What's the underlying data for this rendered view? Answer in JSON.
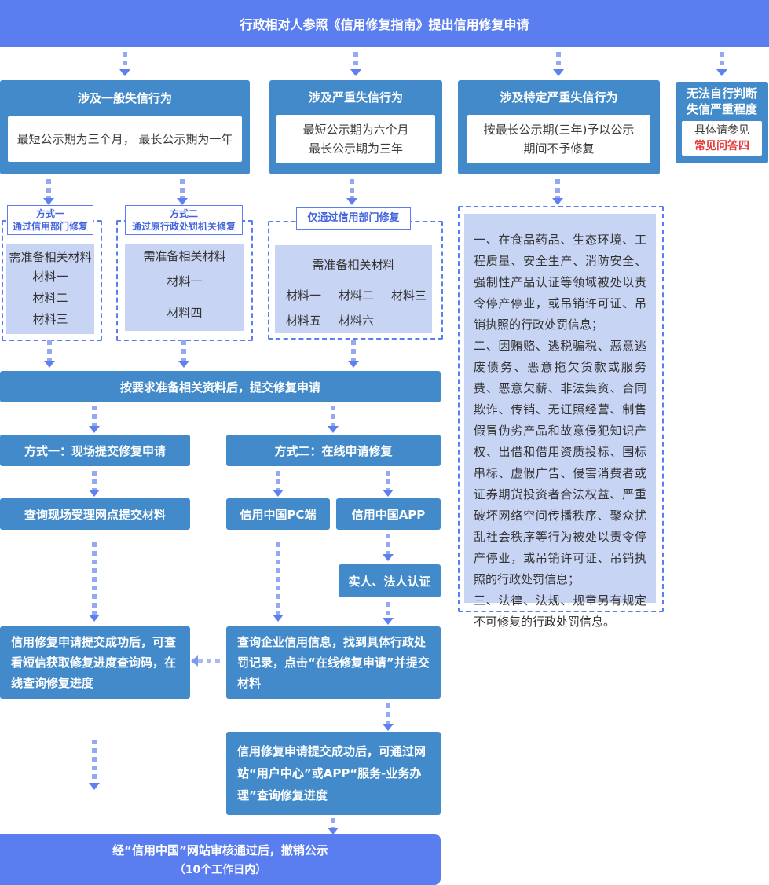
{
  "banner": {
    "text": "行政相对人参照《信用修复指南》提出信用修复申请"
  },
  "columns": [
    {
      "title": "涉及一般失信行为",
      "body_line1": "最短公示期为三个月， 最长公示期为一年",
      "body_line2": ""
    },
    {
      "title": "涉及严重失信行为",
      "body_line1": "最短公示期为六个月",
      "body_line2": "最长公示期为三年"
    },
    {
      "title": "涉及特定严重失信行为",
      "body_line1": "按最长公示期(三年)予以公示",
      "body_line2": "期间不予修复"
    },
    {
      "title_line1": "无法自行判断",
      "title_line2": "失信严重程度",
      "body_line1": "具体请参见",
      "link_text": "常见问答四"
    }
  ],
  "methods": [
    {
      "label_line1": "方式一",
      "label_line2": "通过信用部门修复",
      "materials_title": "需准备相关材料",
      "materials": [
        "材料一",
        "材料二",
        "材料三"
      ]
    },
    {
      "label_line1": "方式二",
      "label_line2": "通过原行政处罚机关修复",
      "materials_title": "需准备相关材料",
      "materials": [
        "材料一",
        "材料四"
      ]
    },
    {
      "label_line1": "仅通过信用部门修复",
      "materials_title": "需准备相关材料",
      "row1": [
        "材料一",
        "材料二",
        "材料三"
      ],
      "row2": [
        "材料五",
        "材料六"
      ]
    }
  ],
  "notice": {
    "p1": "一、在食品药品、生态环境、工程质量、安全生产、消防安全、强制性产品认证等领域被处以责令停产停业，或吊销许可证、吊销执照的行政处罚信息；",
    "p2": "二、因贿赂、逃税骗税、恶意逃废债务、恶意拖欠货款或服务费、恶意欠薪、非法集资、合同欺诈、传销、无证照经营、制售假冒伪劣产品和故意侵犯知识产权、出借和借用资质投标、围标串标、虚假广告、侵害消费者或证券期货投资者合法权益、严重破坏网络空间传播秩序、聚众扰乱社会秩序等行为被处以责令停产停业，或吊销许可证、吊销执照的行政处罚信息；",
    "p3": "三、法律、法规、规章另有规定不可修复的行政处罚信息。"
  },
  "submit_bar": {
    "text": "按要求准备相关资料后，提交修复申请"
  },
  "flow": {
    "offline_title": "方式一：现场提交修复申请",
    "online_title": "方式二：在线申请修复",
    "offline_step": "查询现场受理网点提交材料",
    "pc_label": "信用中国PC端",
    "app_label": "信用中国APP",
    "auth_label": "实人、法人认证",
    "offline_result": "信用修复申请提交成功后，可查看短信获取修复进度查询码，在线查询修复进度",
    "online_step": "查询企业信用信息，找到具体行政处罚记录，点击“在线修复申请”并提交材料",
    "online_result": "信用修复申请提交成功后，可通过网站“用户中心”或APP“服务-业务办理”查询修复进度"
  },
  "footer": {
    "line1": "经“信用中国”网站审核通过后，撤销公示",
    "line2": "（10个工作日内）"
  },
  "colors": {
    "banner_blue": "#5a7df0",
    "flow_blue": "#428aca",
    "material_bg": "#c8d4f4",
    "label_text": "#4264dd",
    "link_red": "#e23c3c",
    "arrow": "#93a9f2"
  }
}
